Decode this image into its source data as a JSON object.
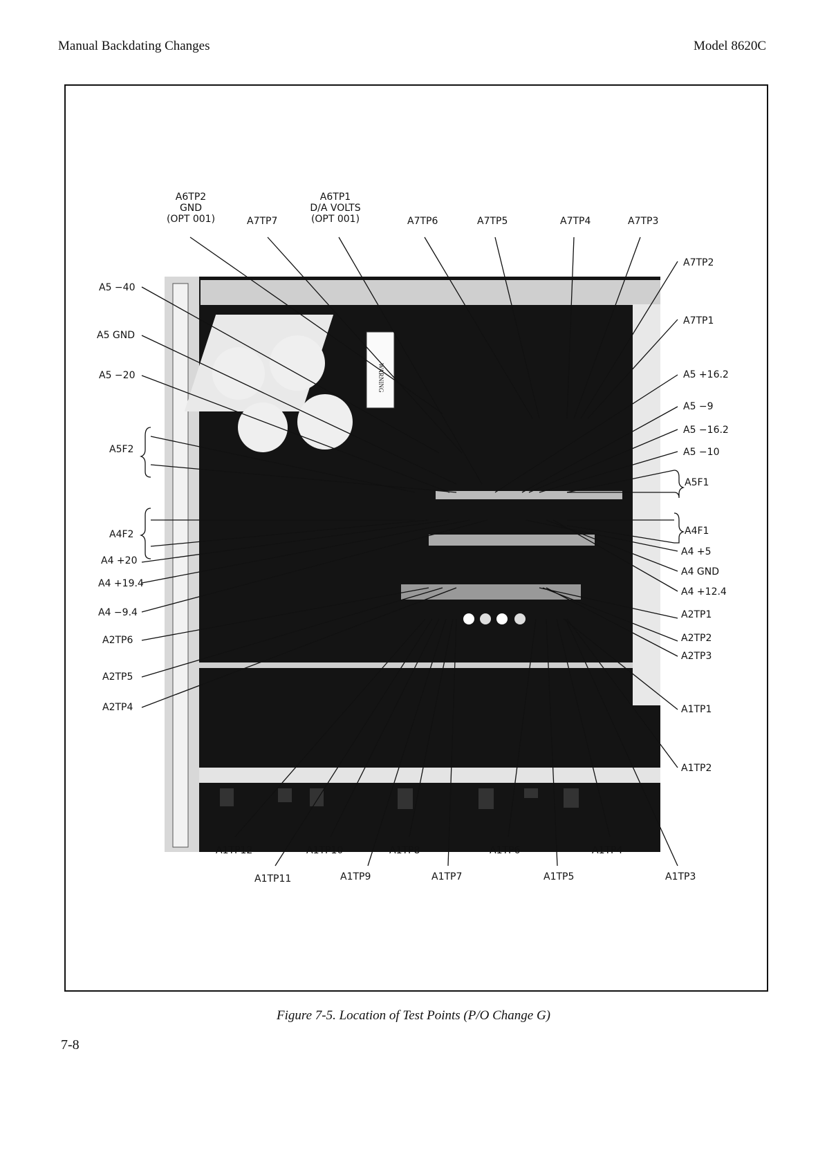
{
  "header": {
    "left": "Manual Backdating Changes",
    "right": "Model 8620C"
  },
  "caption": "Figure 7-5.  Location of Test Points (P/O Change G)",
  "page_number": "7-8",
  "top_labels": {
    "a6tp2_line1": "A6TP2",
    "a6tp2_line2": "GND",
    "a6tp2_line3": "(OPT 001)",
    "a7tp7": "A7TP7",
    "a6tp1_line1": "A6TP1",
    "a6tp1_line2": "D/A VOLTS",
    "a6tp1_line3": "(OPT 001)",
    "a7tp6": "A7TP6",
    "a7tp5": "A7TP5",
    "a7tp4": "A7TP4",
    "a7tp3": "A7TP3"
  },
  "left_labels": {
    "a5_40": "A5 −40",
    "a5_gnd": "A5 GND",
    "a5_20": "A5 −20",
    "a5f2": "A5F2",
    "a4f2": "A4F2",
    "a4_20": "A4 +20",
    "a4_19_4": "A4 +19.4",
    "a4_9_4": "A4 −9.4",
    "a2tp6": "A2TP6",
    "a2tp5": "A2TP5",
    "a2tp4": "A2TP4"
  },
  "right_labels": {
    "a7tp2": "A7TP2",
    "a7tp1": "A7TP1",
    "a5_16_2p": "A5 +16.2",
    "a5_9": "A5 −9",
    "a5_16_2n": "A5 −16.2",
    "a5_10": "A5 −10",
    "a5f1": "A5F1",
    "a4f1": "A4F1",
    "a4_5": "A4 +5",
    "a4_gnd": "A4 GND",
    "a4_12_4": "A4 +12.4",
    "a2tp1": "A2TP1",
    "a2tp2": "A2TP2",
    "a2tp3": "A2TP3",
    "a1tp1": "A1TP1",
    "a1tp2": "A1TP2"
  },
  "bottom_labels": {
    "a1tp12": "A1TP12",
    "a1tp10": "A1TP10",
    "a1tp8": "A1TP8",
    "a1tp6": "A1TP6",
    "a1tp4": "A1TP4",
    "a1tp11": "A1TP11",
    "a1tp9": "A1TP9",
    "a1tp7": "A1TP7",
    "a1tp5": "A1TP5",
    "a1tp3": "A1TP3"
  },
  "warning_label_text": "WARNING"
}
